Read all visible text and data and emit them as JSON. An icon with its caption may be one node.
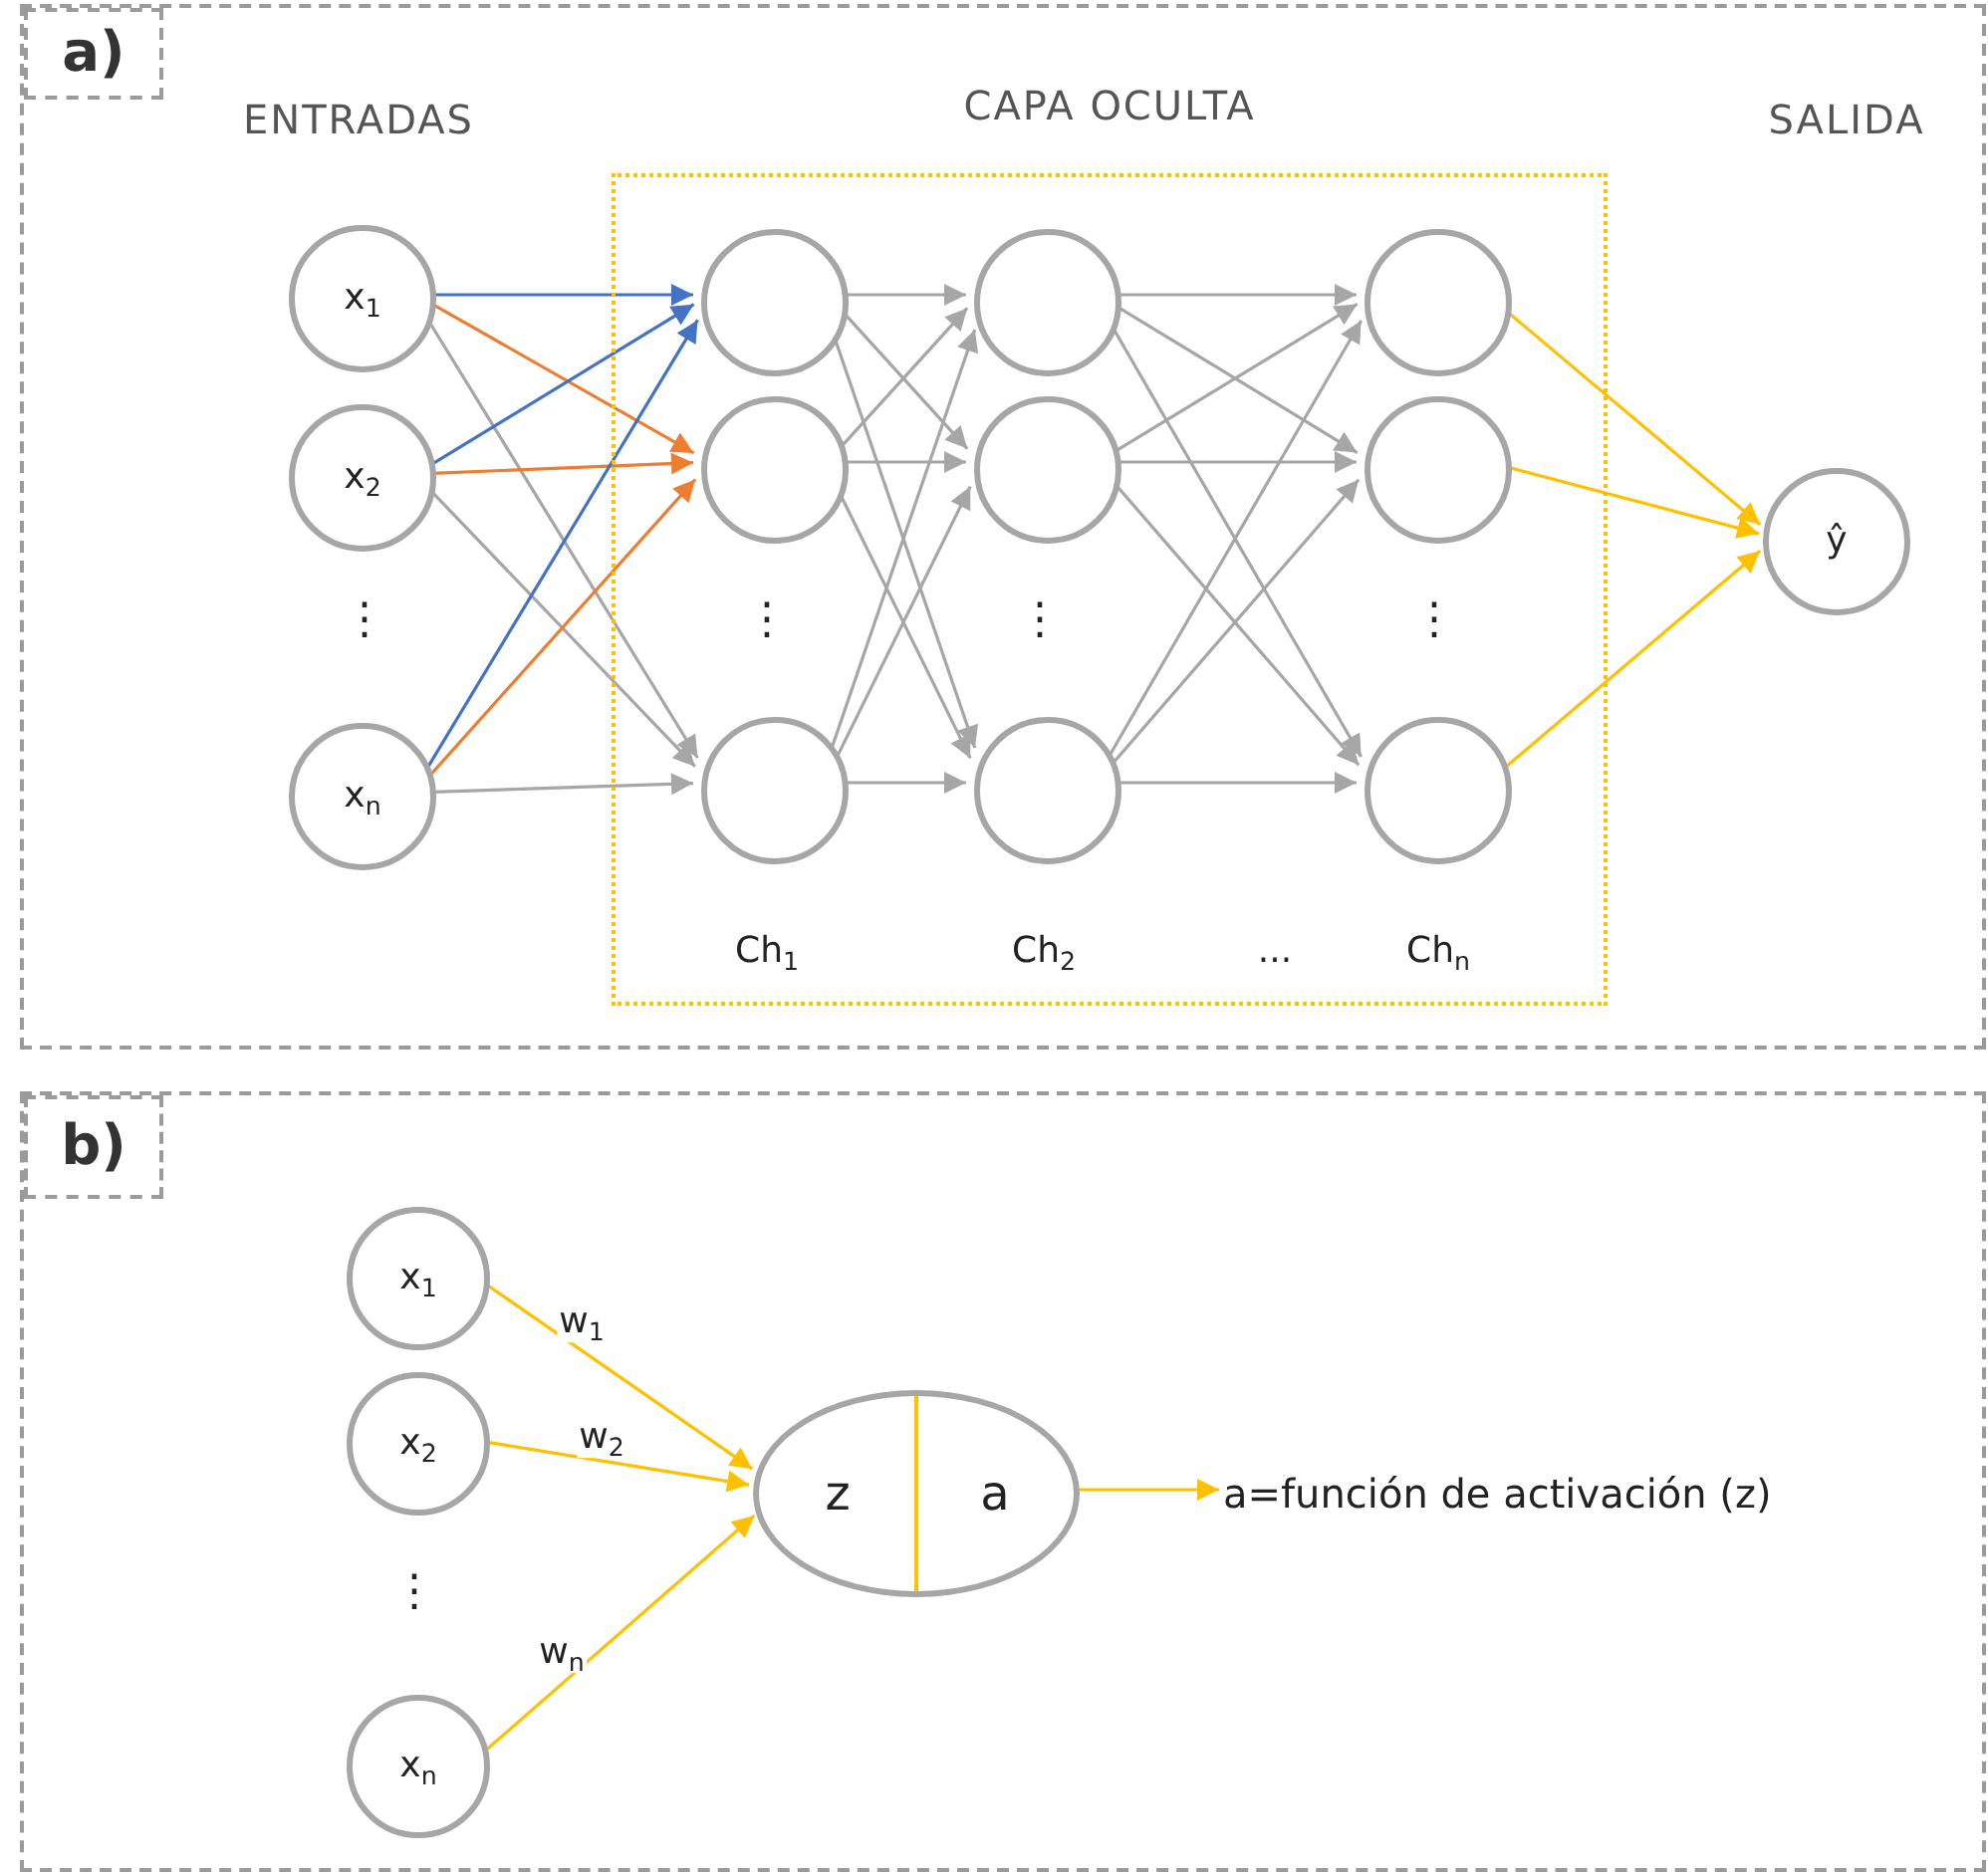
{
  "diagram": {
    "nodes": [
      {
        "text": [],
        "shape": "box"
      },
      {
        "text": [
          "a)"
        ],
        "in": 0
      },
      {
        "text": [
          "CAPA OCULTA"
        ],
        "in": 0
      },
      {
        "text": [
          "x$_{1}$"
        ],
        "in": 0
      },
      {
        "text": [
          "x$_{2}$"
        ],
        "in": 0
      },
      {
        "text": [
          "x$_{n}$"
        ],
        "in": 0
      },
      {
        "text": [],
        "shape": "circle",
        "in": 2
      },
      {
        "text": [],
        "shape": "circle",
        "in": 2
      },
      {
        "text": [],
        "shape": "circle",
        "in": 2
      },
      {
        "text": [],
        "shape": "circle",
        "in": 2
      },
      {
        "text": [],
        "shape": "circle",
        "in": 2
      },
      {
        "text": [],
        "shape": "circle",
        "in": 2
      },
      {
        "text": [],
        "shape": "circle",
        "in": 2
      },
      {
        "text": [],
        "shape": "circle",
        "in": 2
      },
      {
        "text": [],
        "shape": "circle",
        "in": 2
      },
      {
        "text": [
          "ŷ"
        ],
        "in": 0
      },
      {
        "text": [],
        "shape": "box"
      },
      {
        "text": [
          "b)"
        ],
        "in": 16
      },
      {
        "text": [
          "x$_{1}$"
        ],
        "in": 16
      },
      {
        "text": [
          "x$_{2}$"
        ],
        "in": 16
      },
      {
        "text": [
          "x$_{n}$"
        ],
        "in": 16
      },
      {
        "text": [
          "z",
          "a"
        ],
        "in": 16
      },
      {
        "text": [
          "a=función de activación (z)"
        ],
        "in": 16
      }
    ],
    "edges": [
      {
        "from": 3,
        "to": 6,
        "arrow": "to",
        "color": "#4472c4"
      },
      {
        "from": 3,
        "to": 7,
        "arrow": "to",
        "color": "#ed7d31"
      },
      {
        "from": 3,
        "to": 8,
        "arrow": "to"
      },
      {
        "from": 4,
        "to": 6,
        "arrow": "to",
        "color": "#4472c4"
      },
      {
        "from": 4,
        "to": 7,
        "arrow": "to",
        "color": "#ed7d31"
      },
      {
        "from": 4,
        "to": 8,
        "arrow": "to"
      },
      {
        "from": 5,
        "to": 6,
        "arrow": "to",
        "color": "#4472c4"
      },
      {
        "from": 5,
        "to": 7,
        "arrow": "to",
        "color": "#ed7d31"
      },
      {
        "from": 5,
        "to": 8,
        "arrow": "to"
      },
      {
        "from": 6,
        "to": 9,
        "arrow": "to"
      },
      {
        "from": 6,
        "to": 10,
        "arrow": "to"
      },
      {
        "from": 6,
        "to": 11,
        "arrow": "to"
      },
      {
        "from": 7,
        "to": 9,
        "arrow": "to"
      },
      {
        "from": 7,
        "to": 10,
        "arrow": "to"
      },
      {
        "from": 7,
        "to": 11,
        "arrow": "to"
      },
      {
        "from": 8,
        "to": 9,
        "arrow": "to"
      },
      {
        "from": 8,
        "to": 10,
        "arrow": "to"
      },
      {
        "from": 8,
        "to": 11,
        "arrow": "to"
      },
      {
        "from": 9,
        "to": 12,
        "arrow": "to"
      },
      {
        "from": 9,
        "to": 13,
        "arrow": "to"
      },
      {
        "from": 9,
        "to": 14,
        "arrow": "to"
      },
      {
        "from": 10,
        "to": 12,
        "arrow": "to"
      },
      {
        "from": 10,
        "to": 13,
        "arrow": "to"
      },
      {
        "from": 10,
        "to": 14,
        "arrow": "to"
      },
      {
        "from": 11,
        "to": 12,
        "arrow": "to"
      },
      {
        "from": 11,
        "to": 13,
        "arrow": "to"
      },
      {
        "from": 11,
        "to": 14,
        "arrow": "to"
      },
      {
        "from": 12,
        "to": 15,
        "arrow": "to",
        "color": "#ffc000"
      },
      {
        "from": 13,
        "to": 15,
        "arrow": "to",
        "color": "#ffc000"
      },
      {
        "from": 14,
        "to": 15,
        "arrow": "to",
        "color": "#ffc000"
      },
      {
        "from": 18,
        "to": 21,
        "arrow": "to",
        "color": "#ffc000",
        "label": "w$_{1}$"
      },
      {
        "from": 19,
        "to": 21,
        "arrow": "to",
        "color": "#ffc000",
        "label": "w$_{2}$"
      },
      {
        "from": 20,
        "to": 21,
        "arrow": "to",
        "color": "#ffc000",
        "label": "w$_{n}$"
      },
      {
        "from": 21,
        "to": 22,
        "arrow": "to",
        "color": "#ffc000"
      }
    ],
    "labels": [
      "ENTRADAS",
      "SALIDA",
      "⋮",
      "⋮",
      "⋮",
      "⋮",
      "Ch$_{1}$",
      "Ch$_{2}$",
      "...",
      "Ch$_{n}$",
      "⋮"
    ]
  }
}
